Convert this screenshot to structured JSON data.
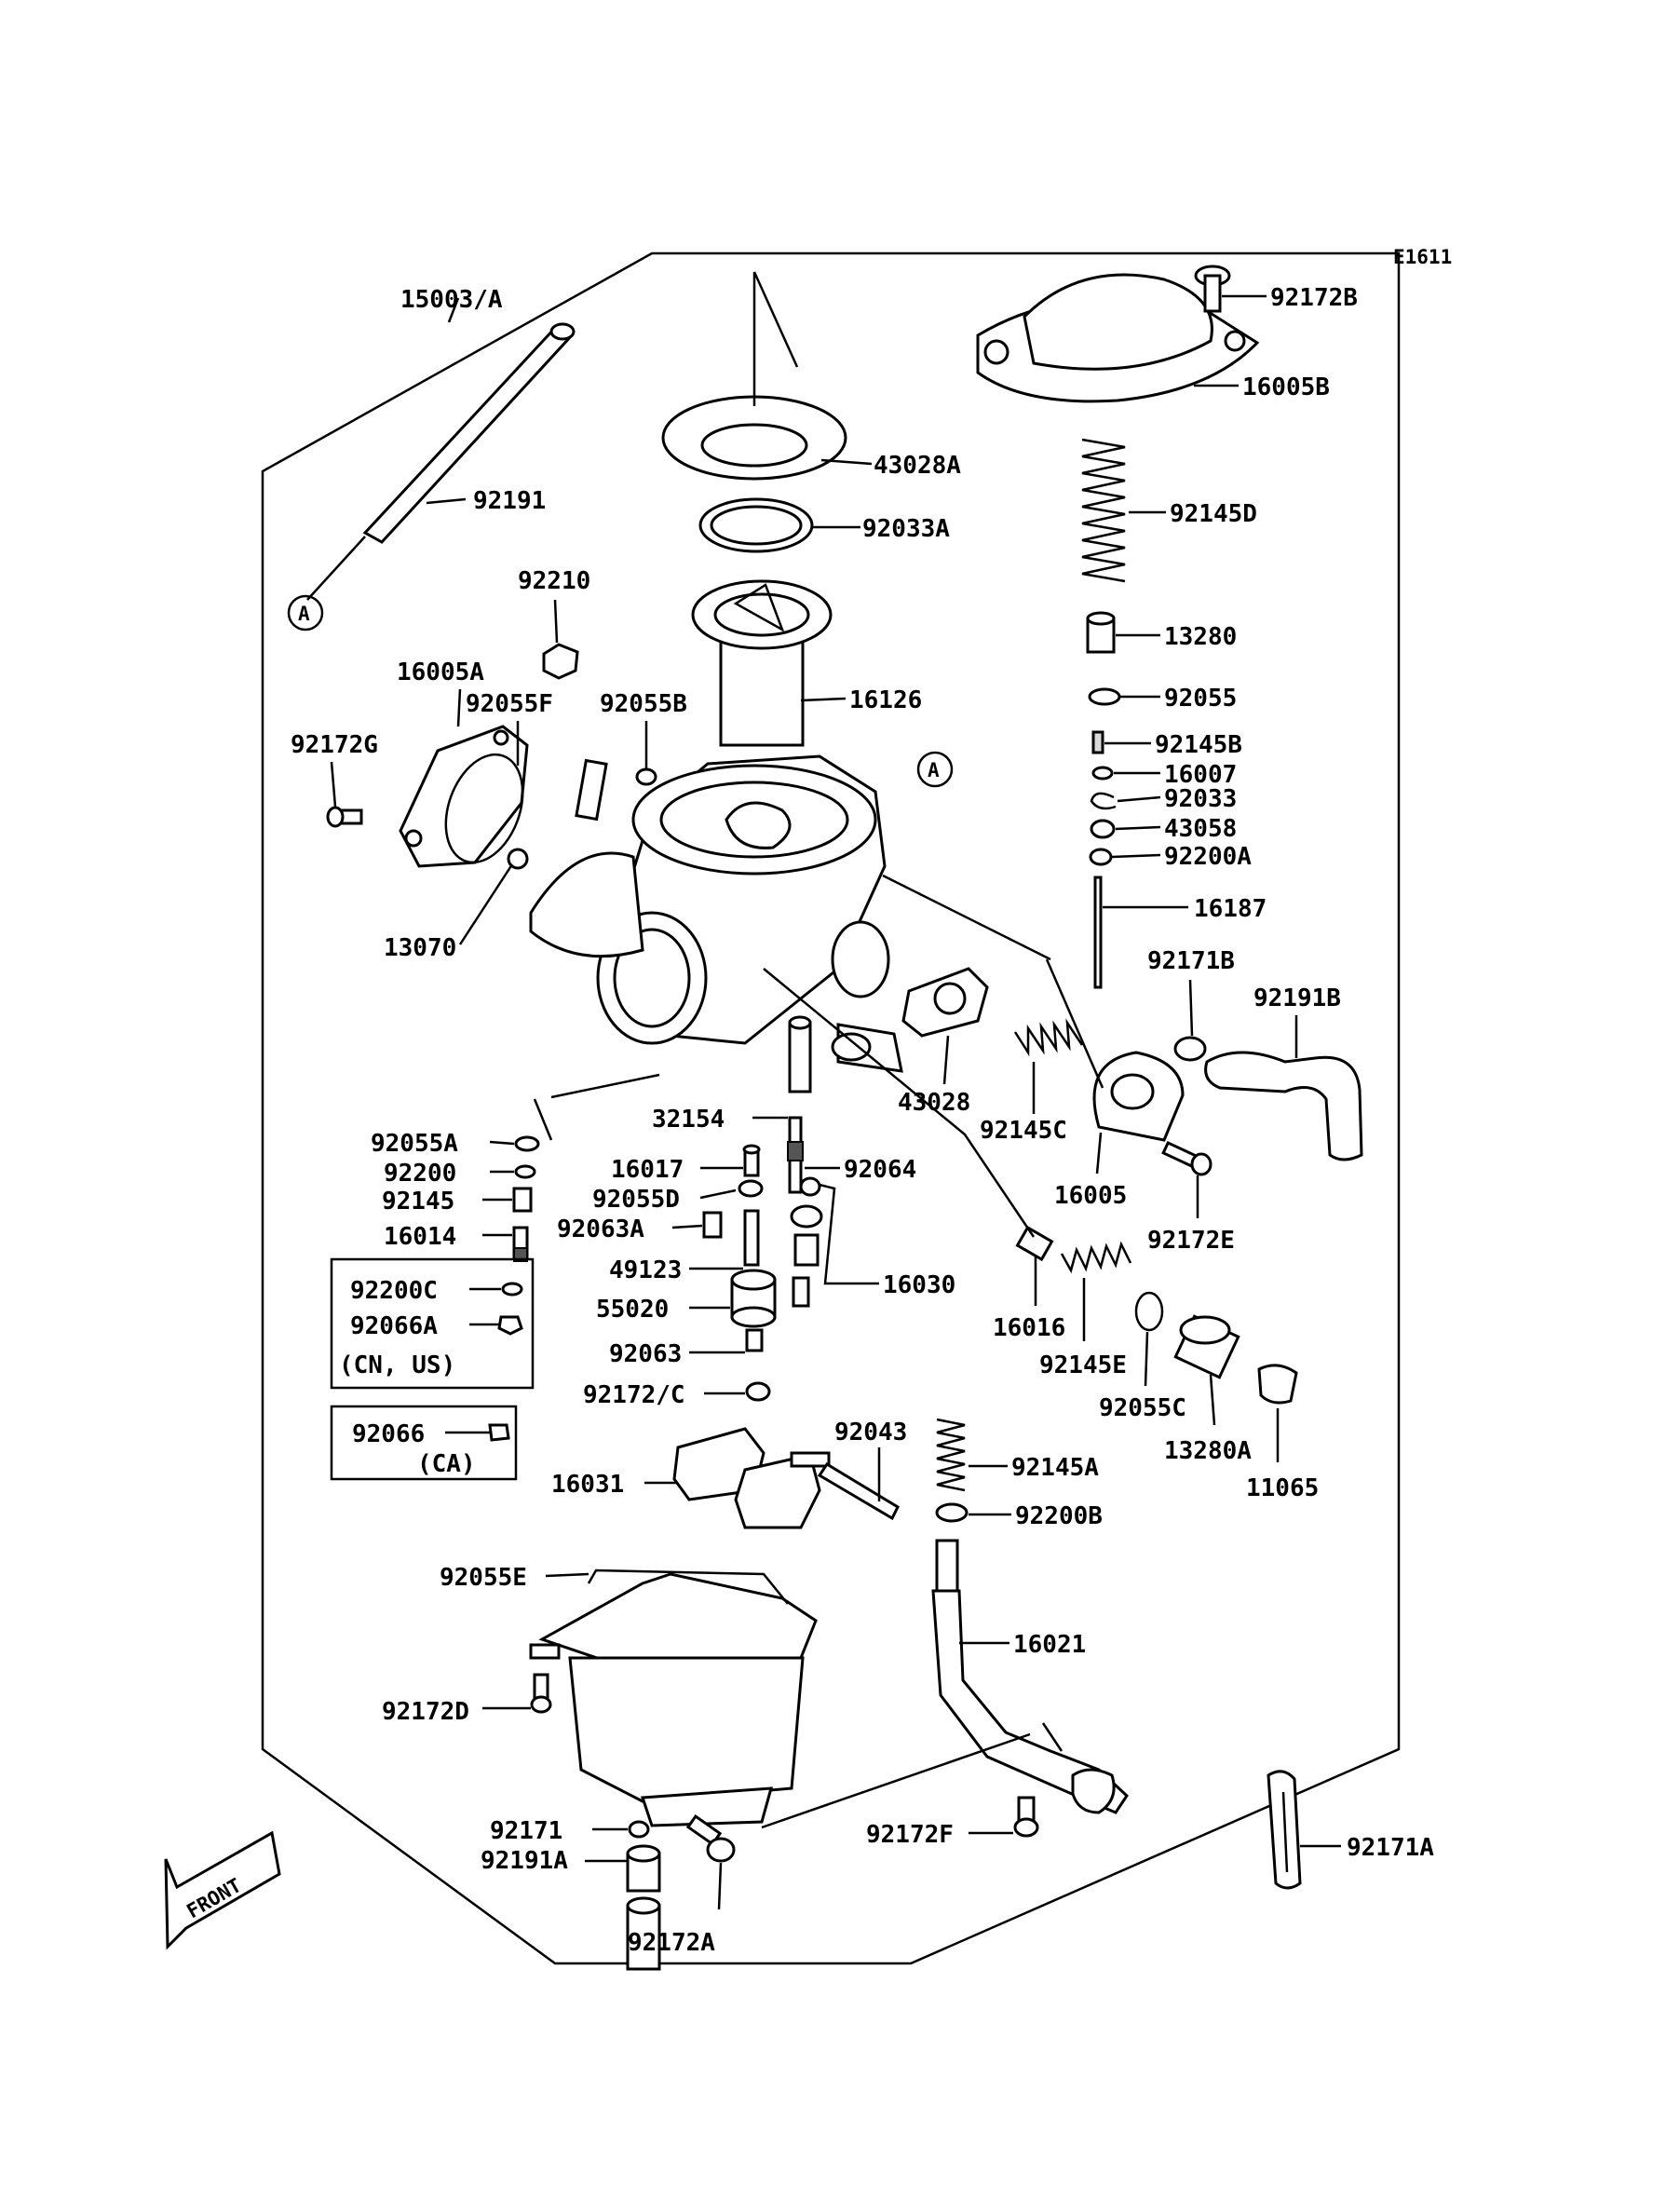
{
  "diagram_code": "E1611",
  "callout_symbol": "A",
  "front_label": "FRONT",
  "part_labels": [
    {
      "text": "15003/A"
    },
    {
      "text": "92191"
    },
    {
      "text": "92210"
    },
    {
      "text": "16005A"
    },
    {
      "text": "92055F"
    },
    {
      "text": "92055B"
    },
    {
      "text": "92172G"
    },
    {
      "text": "13070"
    },
    {
      "text": "43028A"
    },
    {
      "text": "92033A"
    },
    {
      "text": "16126"
    },
    {
      "text": "92172B"
    },
    {
      "text": "16005B"
    },
    {
      "text": "92145D"
    },
    {
      "text": "13280"
    },
    {
      "text": "92055"
    },
    {
      "text": "92145B"
    },
    {
      "text": "16007"
    },
    {
      "text": "92033"
    },
    {
      "text": "43058"
    },
    {
      "text": "92200A"
    },
    {
      "text": "16187"
    },
    {
      "text": "92171B"
    },
    {
      "text": "92191B"
    },
    {
      "text": "43028"
    },
    {
      "text": "92145C"
    },
    {
      "text": "16005"
    },
    {
      "text": "92172E"
    },
    {
      "text": "32154"
    },
    {
      "text": "92055A"
    },
    {
      "text": "92200"
    },
    {
      "text": "92145"
    },
    {
      "text": "16014"
    },
    {
      "text": "16017"
    },
    {
      "text": "92064"
    },
    {
      "text": "92055D"
    },
    {
      "text": "92063A"
    },
    {
      "text": "49123"
    },
    {
      "text": "16030"
    },
    {
      "text": "55020"
    },
    {
      "text": "92063"
    },
    {
      "text": "92172/C"
    },
    {
      "text": "16016"
    },
    {
      "text": "92145E"
    },
    {
      "text": "92055C"
    },
    {
      "text": "13280A"
    },
    {
      "text": "11065"
    },
    {
      "text": "92043"
    },
    {
      "text": "16031"
    },
    {
      "text": "92145A"
    },
    {
      "text": "92200B"
    },
    {
      "text": "92055E"
    },
    {
      "text": "16021"
    },
    {
      "text": "92172D"
    },
    {
      "text": "92172F"
    },
    {
      "text": "92171"
    },
    {
      "text": "92191A"
    },
    {
      "text": "92172A"
    },
    {
      "text": "92171A"
    }
  ],
  "variant_boxes": [
    {
      "items": [
        "92200C",
        "92066A"
      ],
      "region": "(CN, US)"
    },
    {
      "items": [
        "92066"
      ],
      "region": "(CA)"
    }
  ]
}
